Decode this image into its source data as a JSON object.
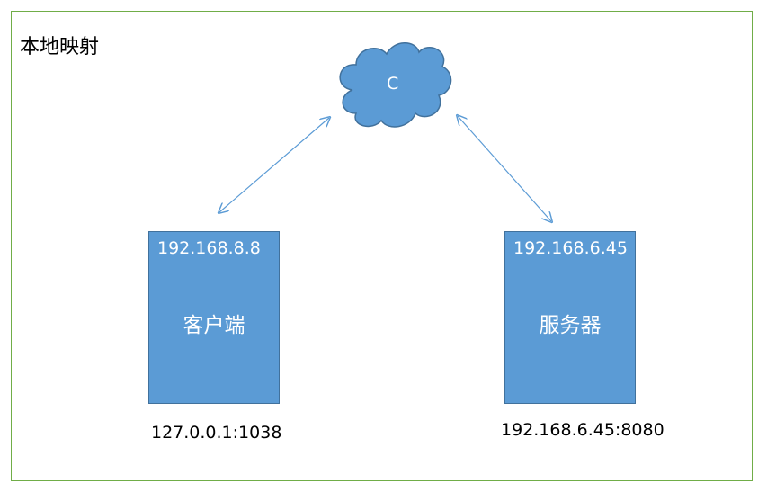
{
  "title": "本地映射",
  "cloud": {
    "label": "C"
  },
  "client": {
    "ip": "192.168.8.8",
    "name": "客户端",
    "port_label": "127.0.0.1:1038"
  },
  "server": {
    "ip": "192.168.6.45",
    "name": "服务器",
    "port_label": "192.168.6.45:8080"
  },
  "colors": {
    "box_fill": "#5b9bd5",
    "box_border": "#41719c",
    "frame": "#70ad47",
    "arrow": "#5b9bd5"
  }
}
